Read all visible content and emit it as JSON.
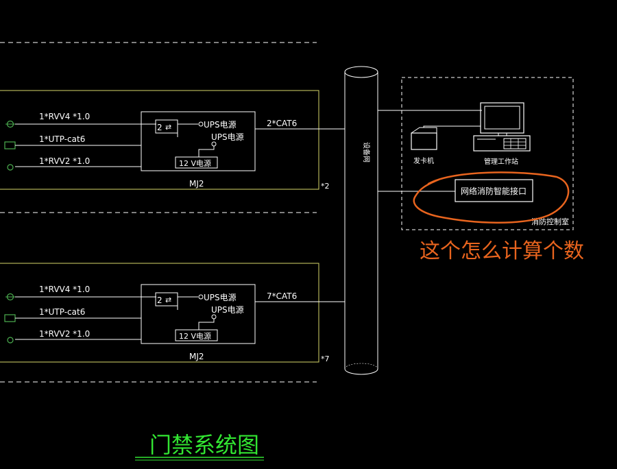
{
  "colors": {
    "background": "#000000",
    "dashed_line": "#ffffff",
    "frame_yellow": "#d9d96a",
    "wire": "#ffffff",
    "terminal_green": "#4caf50",
    "annotation_orange": "#e8641e",
    "title_green": "#32e632"
  },
  "groups": [
    {
      "cables": [
        "1*RVV4 *1.0",
        "1*UTP-cat6",
        "1*RVV2 *1.0"
      ],
      "controller_digit": "2",
      "ups_top": "UPS电源",
      "ups_bottom": "UPS电源",
      "power_box": "12 V电源",
      "trunk_label": "2*CAT6",
      "module_label": "MJ2",
      "multiplier": "*2"
    },
    {
      "cables": [
        "1*RVV4 *1.0",
        "1*UTP-cat6",
        "1*RVV2 *1.0"
      ],
      "controller_digit": "2",
      "ups_top": "UPS电源",
      "ups_bottom": "UPS电源",
      "power_box": "12 V电源",
      "trunk_label": "7*CAT6",
      "module_label": "MJ2",
      "multiplier": "*7"
    }
  ],
  "backbone_label": "设备网",
  "control_room": {
    "card_issuer": "发卡机",
    "workstation": "管理工作站",
    "fire_interface": "网络消防智能接口",
    "room_name": "消防控制室"
  },
  "annotation": "这个怎么计算个数",
  "drawing_title": "门禁系统图"
}
